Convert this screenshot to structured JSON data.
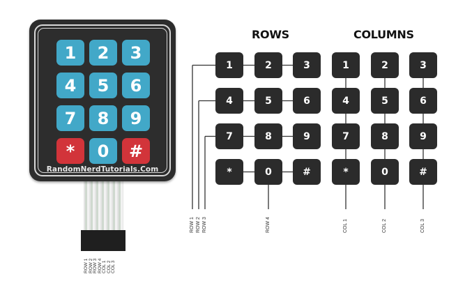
{
  "keypad": {
    "keys": [
      "1",
      "2",
      "3",
      "4",
      "5",
      "6",
      "7",
      "8",
      "9",
      "*",
      "0",
      "#"
    ],
    "brand": "RandomNerdTutorials.Com",
    "pins": [
      "ROW 1",
      "ROW 2",
      "ROW 3",
      "ROW 4",
      "COL 1",
      "COL 2",
      "COL 3"
    ]
  },
  "diagram": {
    "rows_heading": "ROWS",
    "columns_heading": "COLUMNS",
    "keys": [
      "1",
      "2",
      "3",
      "4",
      "5",
      "6",
      "7",
      "8",
      "9",
      "*",
      "0",
      "#"
    ],
    "row_labels": [
      "ROW 1",
      "ROW 2",
      "ROW 3",
      "ROW 4"
    ],
    "col_labels": [
      "COL 1",
      "COL 2",
      "COL 3"
    ]
  },
  "colors": {
    "key_blue": "#42a8c8",
    "key_red": "#d2343a",
    "pad_body": "#2d2d2d",
    "diagram_key": "#2b2b2b"
  }
}
